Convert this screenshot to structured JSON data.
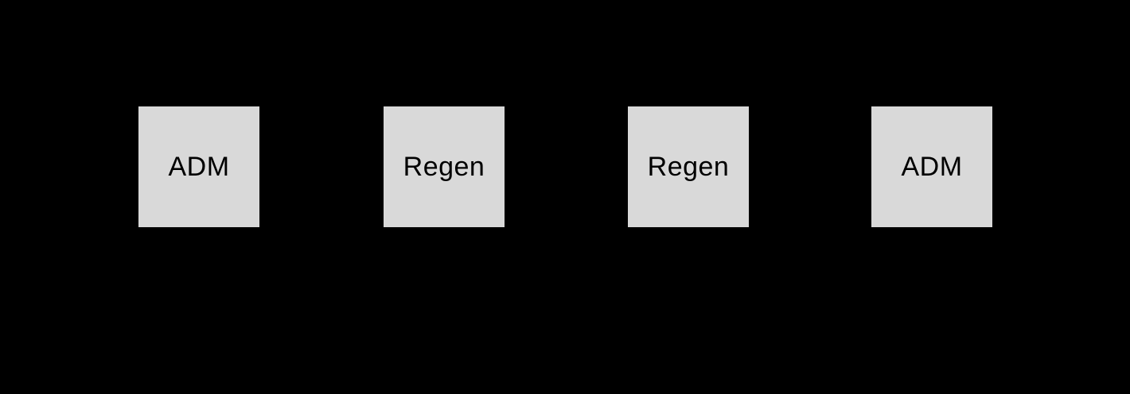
{
  "diagram": {
    "background_color": "#000000",
    "node_fill_color": "#d9d9d9",
    "node_text_color": "#000000",
    "nodes": [
      {
        "label": "ADM"
      },
      {
        "label": "Regen"
      },
      {
        "label": "Regen"
      },
      {
        "label": "ADM"
      }
    ]
  }
}
